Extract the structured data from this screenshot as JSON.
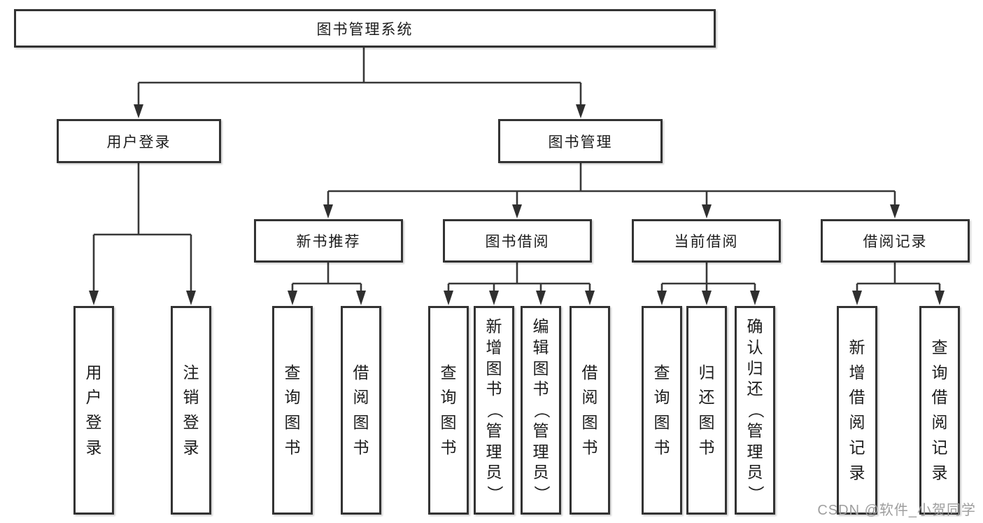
{
  "diagram": {
    "nodes": {
      "root": "图书管理系统",
      "user_login": "用户登录",
      "book_management": "图书管理",
      "new_book_recommend": "新书推荐",
      "book_borrowing": "图书借阅",
      "current_borrowing": "当前借阅",
      "borrowing_records": "借阅记录"
    },
    "leaves": {
      "user_login": [
        "用户登录",
        "注销登录"
      ],
      "new_book_recommend": [
        "查询图书",
        "借阅图书"
      ],
      "book_borrowing": [
        "查询图书",
        "新增图书（管理员）",
        "编辑图书（管理员）",
        "借阅图书"
      ],
      "current_borrowing": [
        "查询图书",
        "归还图书",
        "确认归还（管理员）"
      ],
      "borrowing_records": [
        "新增借阅记录",
        "查询借阅记录"
      ]
    },
    "edges": [
      {
        "from": "图书管理系统",
        "to": [
          "用户登录",
          "图书管理"
        ]
      },
      {
        "from": "用户登录",
        "to": [
          "用户登录",
          "注销登录"
        ]
      },
      {
        "from": "图书管理",
        "to": [
          "新书推荐",
          "图书借阅",
          "当前借阅",
          "借阅记录"
        ]
      },
      {
        "from": "新书推荐",
        "to": [
          "查询图书",
          "借阅图书"
        ]
      },
      {
        "from": "图书借阅",
        "to": [
          "查询图书",
          "新增图书（管理员）",
          "编辑图书（管理员）",
          "借阅图书"
        ]
      },
      {
        "from": "当前借阅",
        "to": [
          "查询图书",
          "归还图书",
          "确认归还（管理员）"
        ]
      },
      {
        "from": "借阅记录",
        "to": [
          "新增借阅记录",
          "查询借阅记录"
        ]
      }
    ]
  },
  "watermark": "CSDN @软件_小贺同学",
  "colors": {
    "line": "#383838",
    "box_border": "#333333",
    "text": "#1c1c1c",
    "watermark": "#9e9e9e",
    "background": "#ffffff"
  }
}
